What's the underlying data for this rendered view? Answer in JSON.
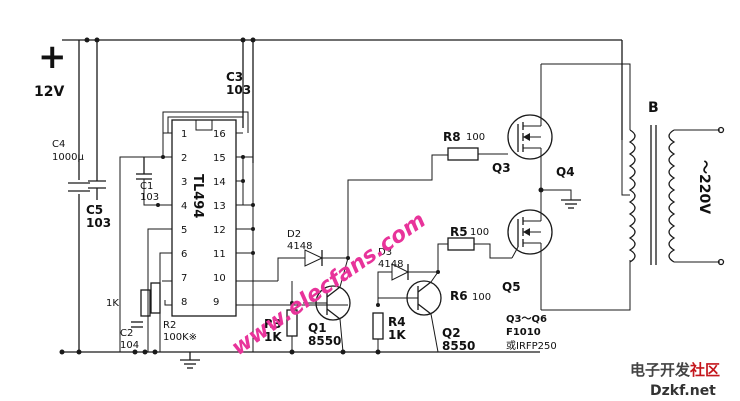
{
  "supply": {
    "plus": "+",
    "voltage": "12V"
  },
  "ic": {
    "name": "TL494",
    "pins_left": [
      "1",
      "2",
      "3",
      "4",
      "5",
      "6",
      "7",
      "8"
    ],
    "pins_right": [
      "16",
      "15",
      "14",
      "13",
      "12",
      "11",
      "10",
      "9"
    ]
  },
  "components": {
    "c3": {
      "ref": "C3",
      "value": "103"
    },
    "c4": {
      "ref": "C4",
      "value": "1000μ"
    },
    "c5": {
      "ref": "C5",
      "value": "103"
    },
    "c1": {
      "ref": "C1",
      "value": "103"
    },
    "c2": {
      "ref": "C2",
      "value": "104"
    },
    "r_1k": {
      "value": "1K"
    },
    "r2": {
      "ref": "R2",
      "value": "100K※"
    },
    "r3": {
      "ref": "R3",
      "value": "1K"
    },
    "r4": {
      "ref": "R4",
      "value": "1K"
    },
    "r5": {
      "ref": "R5",
      "value": "100"
    },
    "r6": {
      "ref": "R6",
      "value": "100"
    },
    "r8": {
      "ref": "R8",
      "value": "100"
    },
    "d2": {
      "ref": "D2",
      "value": "4148"
    },
    "d3": {
      "ref": "D3",
      "value": "4148"
    },
    "q1": {
      "ref": "Q1",
      "value": "8550"
    },
    "q2": {
      "ref": "Q2",
      "value": "8550"
    },
    "q3": {
      "ref": "Q3"
    },
    "q4": {
      "ref": "Q4"
    },
    "q5": {
      "ref": "Q5"
    },
    "mosfet_note": {
      "line1": "Q3～Q6",
      "line2": "F1010",
      "line3": "或IRFP250"
    },
    "transformer": {
      "ref": "B",
      "output": "～220V"
    }
  },
  "watermark": {
    "text": "www.elecfans.com"
  },
  "site_logo": {
    "line1": "电子开发",
    "line1_red": "社区",
    "line2": "Dzkf.net"
  }
}
